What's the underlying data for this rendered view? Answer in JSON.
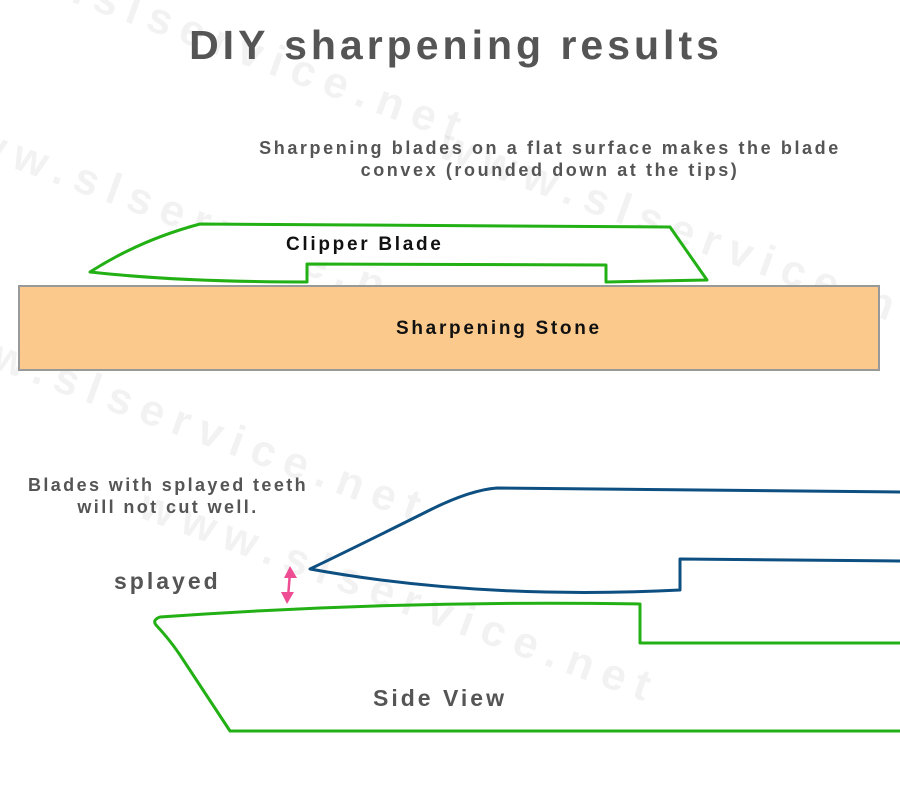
{
  "title": "DIY sharpening results",
  "caption_top": "Sharpening blades on a flat surface makes the blade convex (rounded down at the tips)",
  "blade_label": "Clipper Blade",
  "stone_label": "Sharpening Stone",
  "caption_bottom": "Blades with splayed teeth will not cut well.",
  "splayed_label": "splayed",
  "side_view_label": "Side View",
  "watermark": "www.slservice.net",
  "colors": {
    "green_blade": "#22b014",
    "blue_blade": "#0d4f80",
    "stone": "#fbc98b",
    "stone_border": "#999999",
    "arrow": "#ee4d94"
  }
}
